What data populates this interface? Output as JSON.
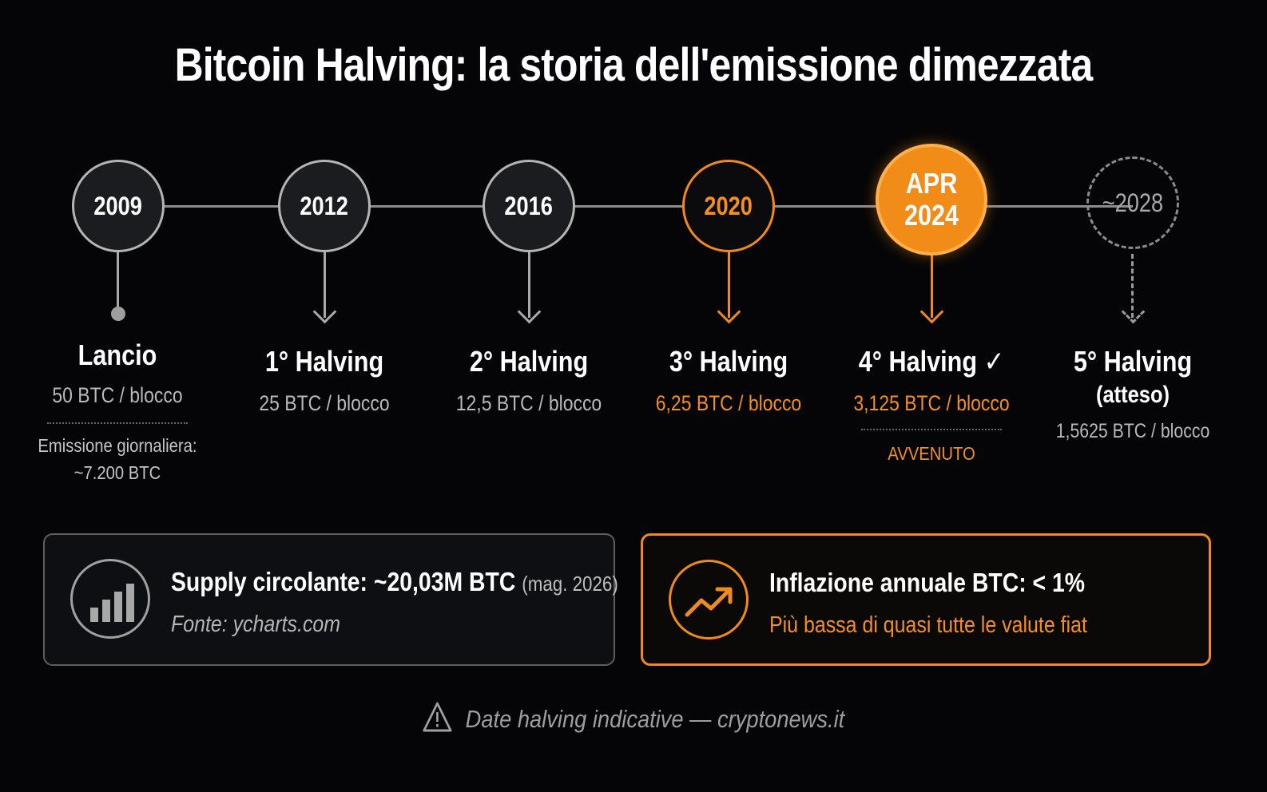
{
  "title": "Bitcoin Halving: la storia dell'emissione dimezzata",
  "timeline": [
    {
      "year": "2009",
      "label": "Lancio",
      "reward": "50 BTC / blocco",
      "extra_line1": "Emissione giornaliera:",
      "extra_line2": "~7.200 BTC",
      "style": "default"
    },
    {
      "year": "2012",
      "label": "1° Halving",
      "reward": "25 BTC / blocco",
      "style": "default"
    },
    {
      "year": "2016",
      "label": "2° Halving",
      "reward": "12,5 BTC / blocco",
      "style": "default"
    },
    {
      "year": "2020",
      "label": "3° Halving",
      "reward": "6,25 BTC / blocco",
      "style": "highlight-outline"
    },
    {
      "year_line1": "APR",
      "year_line2": "2024",
      "label": "4° Halving ✓",
      "reward": "3,125 BTC / blocco",
      "status": "AVVENUTO",
      "style": "highlight-filled"
    },
    {
      "year": "~2028",
      "label_line1": "5° Halving",
      "label_line2": "(atteso)",
      "reward": "1,5625 BTC / blocco",
      "style": "future-dashed"
    }
  ],
  "cards": {
    "supply": {
      "label": "Supply circolante:",
      "value": "~20,03M BTC",
      "date": "(mag. 2026)",
      "source": "Fonte: ycharts.com",
      "icon": "bar-chart-icon"
    },
    "inflation": {
      "label": "Inflazione annuale BTC: < 1%",
      "note": "Più bassa di quasi tutte le valute fiat",
      "icon": "trending-up-icon"
    }
  },
  "footer": {
    "text": "Date halving indicative — cryptonews.it",
    "icon": "warning-icon"
  },
  "colors": {
    "background": "#050507",
    "accent": "#f28c18",
    "neutral": "#b4b4b4"
  }
}
